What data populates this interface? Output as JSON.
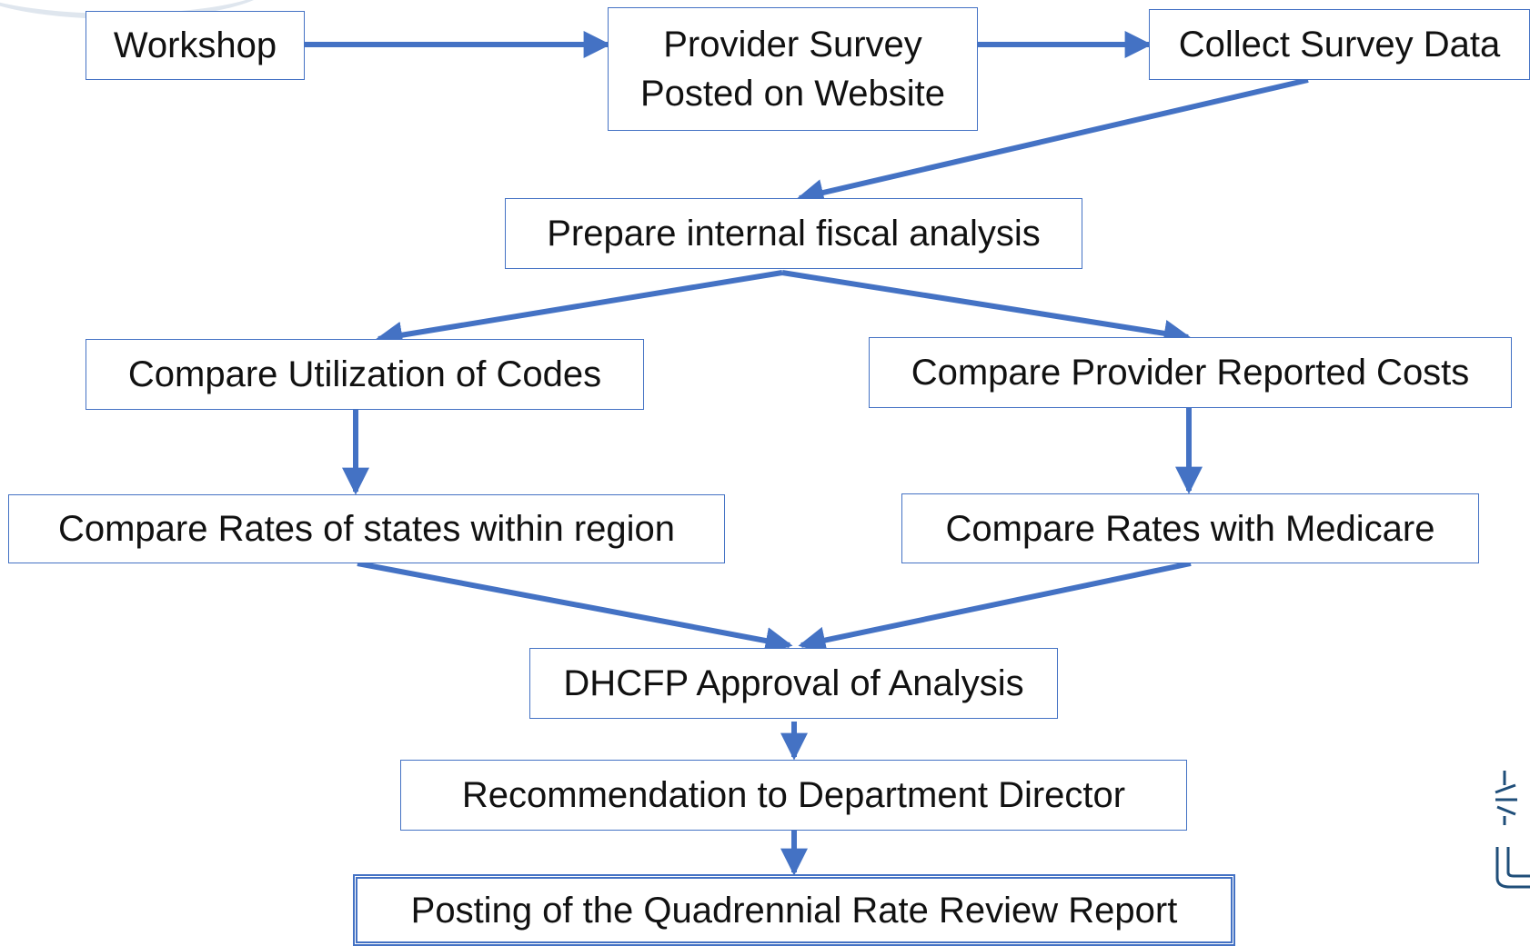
{
  "colors": {
    "accent": "#4472c4",
    "text": "#111111",
    "background": "#ffffff"
  },
  "nodes": {
    "workshop": "Workshop",
    "provider_survey": {
      "line1": "Provider Survey",
      "line2": "Posted on Website"
    },
    "collect_data": "Collect Survey Data",
    "fiscal_analysis": "Prepare internal fiscal analysis",
    "compare_utilization": "Compare Utilization of Codes",
    "compare_costs": "Compare Provider Reported Costs",
    "compare_region": "Compare Rates of states within region",
    "compare_medicare": "Compare Rates with Medicare",
    "dhcfp_approval": "DHCFP Approval of Analysis",
    "recommendation": "Recommendation to Department Director",
    "posting": "Posting of the Quadrennial Rate Review Report"
  },
  "edges": [
    {
      "from": "workshop",
      "to": "provider_survey"
    },
    {
      "from": "provider_survey",
      "to": "collect_data"
    },
    {
      "from": "collect_data",
      "to": "fiscal_analysis"
    },
    {
      "from": "fiscal_analysis",
      "to": "compare_utilization"
    },
    {
      "from": "fiscal_analysis",
      "to": "compare_costs"
    },
    {
      "from": "compare_utilization",
      "to": "compare_region"
    },
    {
      "from": "compare_costs",
      "to": "compare_medicare"
    },
    {
      "from": "compare_region",
      "to": "dhcfp_approval"
    },
    {
      "from": "compare_medicare",
      "to": "dhcfp_approval"
    },
    {
      "from": "dhcfp_approval",
      "to": "recommendation"
    },
    {
      "from": "recommendation",
      "to": "posting"
    }
  ]
}
